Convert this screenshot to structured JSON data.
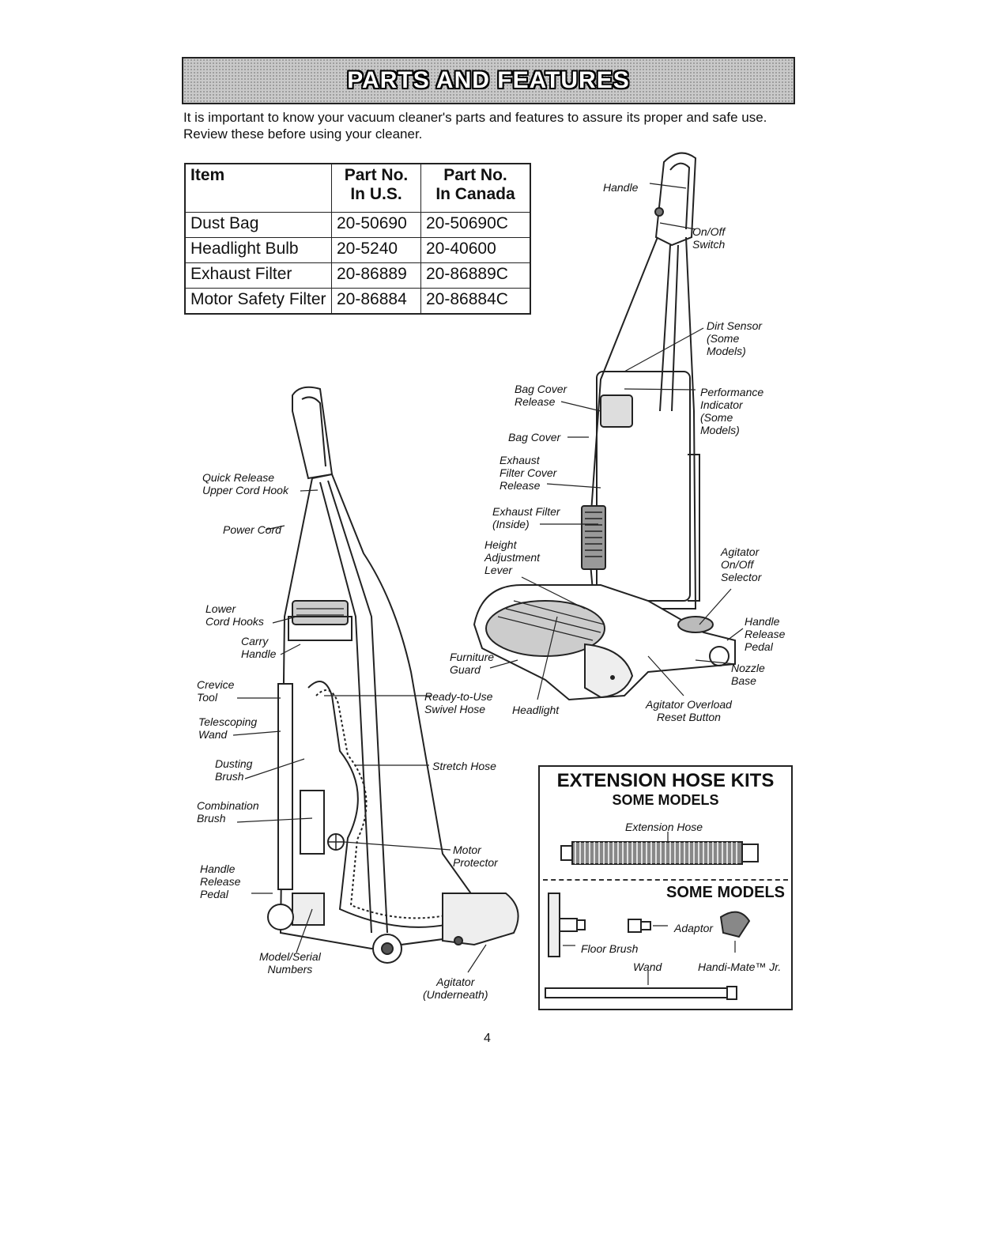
{
  "header": {
    "title": "PARTS AND FEATURES"
  },
  "intro": "It is important to know your vacuum cleaner's parts and features to assure its proper and safe use. Review these before using your cleaner.",
  "parts_table": {
    "headers": [
      "Item",
      "Part No.\nIn U.S.",
      "Part No.\nIn Canada"
    ],
    "rows": [
      [
        "Dust Bag",
        "20-50690",
        "20-50690C"
      ],
      [
        "Headlight Bulb",
        "20-5240",
        "20-40600"
      ],
      [
        "Exhaust Filter",
        "20-86889",
        "20-86889C"
      ],
      [
        "Motor Safety Filter",
        "20-86884",
        "20-86884C"
      ]
    ]
  },
  "labels": {
    "handle_top": "Handle",
    "on_off_switch": "On/Off\nSwitch",
    "dirt_sensor": "Dirt Sensor\n(Some\nModels)",
    "performance_indicator": "Performance\nIndicator\n(Some\nModels)",
    "bag_cover_release": "Bag Cover\nRelease",
    "bag_cover": "Bag Cover",
    "exhaust_filter_cover_release": "Exhaust\nFilter Cover\nRelease",
    "exhaust_filter_inside": "Exhaust Filter\n(Inside)",
    "height_adjustment_lever": "Height\nAdjustment\nLever",
    "agitator_on_off_selector": "Agitator\nOn/Off\nSelector",
    "handle_release_pedal_right": "Handle\nRelease\nPedal",
    "nozzle_base": "Nozzle\nBase",
    "agitator_overload_reset": "Agitator Overload\nReset Button",
    "headlight": "Headlight",
    "furniture_guard": "Furniture\nGuard",
    "ready_to_use_swivel_hose": "Ready-to-Use\nSwivel Hose",
    "quick_release_upper_cord_hook": "Quick Release\nUpper Cord Hook",
    "power_cord": "Power Cord",
    "lower_cord_hooks": "Lower\nCord Hooks",
    "carry_handle": "Carry\nHandle",
    "crevice_tool": "Crevice\nTool",
    "telescoping_wand": "Telescoping\nWand",
    "dusting_brush": "Dusting\nBrush",
    "combination_brush": "Combination\nBrush",
    "handle_release_pedal_left": "Handle\nRelease\nPedal",
    "stretch_hose": "Stretch Hose",
    "motor_protector": "Motor\nProtector",
    "model_serial_numbers": "Model/Serial\nNumbers",
    "agitator_underneath": "Agitator\n(Underneath)"
  },
  "kit": {
    "title": "EXTENSION HOSE KITS",
    "subtitle": "SOME MODELS",
    "extension_hose": "Extension Hose",
    "subtitle2": "SOME MODELS",
    "adaptor": "Adaptor",
    "floor_brush": "Floor Brush",
    "wand": "Wand",
    "handi_mate": "Handi-Mate™ Jr."
  },
  "page_number": "4"
}
